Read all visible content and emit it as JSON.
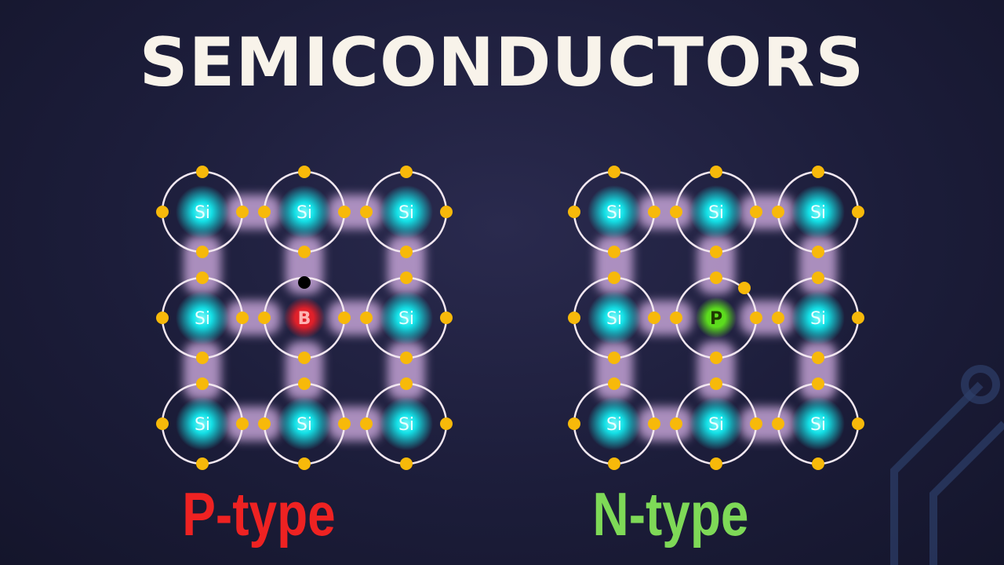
{
  "title": "SEMICONDUCTORS",
  "diagrams": [
    {
      "label": "P-type",
      "label_color": "#ee2222",
      "dopant": "B",
      "dopant_color": "#e0202a",
      "atom_symbol": "Si"
    },
    {
      "label": "N-type",
      "label_color": "#7ed957",
      "dopant": "P",
      "dopant_color": "#5cdc1e",
      "atom_symbol": "Si"
    }
  ],
  "colors": {
    "electron": "#f7b90a",
    "hole": "#000000",
    "orbit": "#f2e7f0",
    "bond": "#d9b3e8",
    "silicon_glow": "#14e0e6"
  }
}
